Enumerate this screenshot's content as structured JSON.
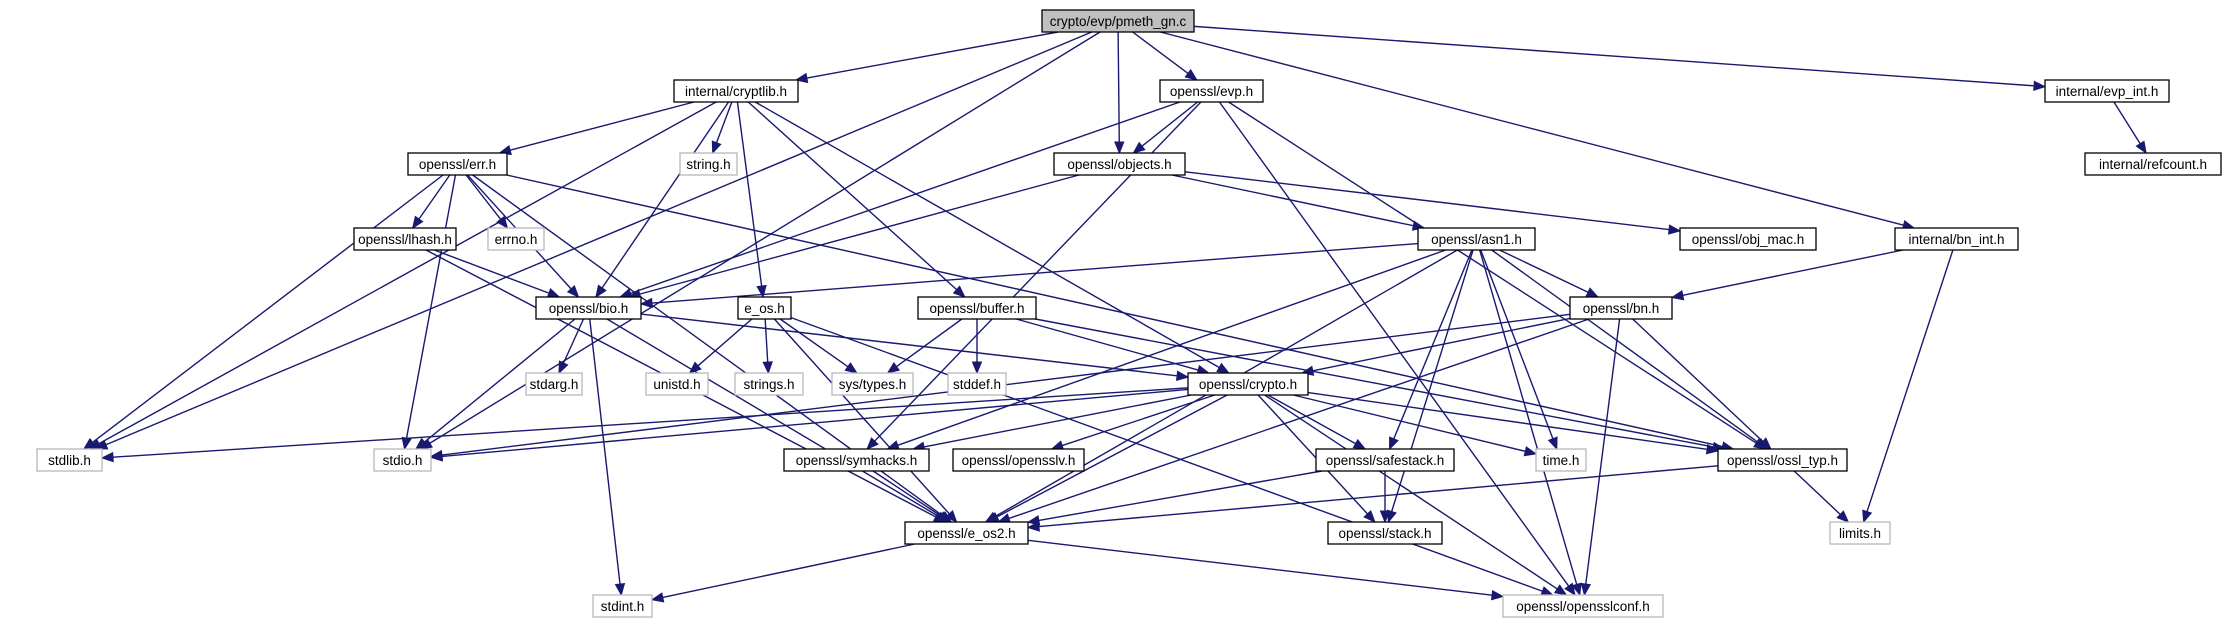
{
  "diagram": {
    "title": "crypto/evp/pmeth_gn.c",
    "colors": {
      "edge": "#191970",
      "root_fill": "#c0c0c0",
      "project_border": "#000000",
      "system_border": "#b8b8b8"
    },
    "nodes": [
      {
        "id": "pmeth_gn",
        "label": "crypto/evp/pmeth_gn.c",
        "kind": "root"
      },
      {
        "id": "cryptlib",
        "label": "internal/cryptlib.h",
        "kind": "project"
      },
      {
        "id": "evp",
        "label": "openssl/evp.h",
        "kind": "project"
      },
      {
        "id": "evp_int",
        "label": "internal/evp_int.h",
        "kind": "project"
      },
      {
        "id": "refcount",
        "label": "internal/refcount.h",
        "kind": "project"
      },
      {
        "id": "err",
        "label": "openssl/err.h",
        "kind": "project"
      },
      {
        "id": "string",
        "label": "string.h",
        "kind": "system"
      },
      {
        "id": "objects",
        "label": "openssl/objects.h",
        "kind": "project"
      },
      {
        "id": "obj_mac",
        "label": "openssl/obj_mac.h",
        "kind": "project"
      },
      {
        "id": "bn_int",
        "label": "internal/bn_int.h",
        "kind": "project"
      },
      {
        "id": "lhash",
        "label": "openssl/lhash.h",
        "kind": "project"
      },
      {
        "id": "errno",
        "label": "errno.h",
        "kind": "system"
      },
      {
        "id": "asn1",
        "label": "openssl/asn1.h",
        "kind": "project"
      },
      {
        "id": "bio",
        "label": "openssl/bio.h",
        "kind": "project"
      },
      {
        "id": "e_os",
        "label": "e_os.h",
        "kind": "project"
      },
      {
        "id": "buffer",
        "label": "openssl/buffer.h",
        "kind": "project"
      },
      {
        "id": "bn",
        "label": "openssl/bn.h",
        "kind": "project"
      },
      {
        "id": "stdarg",
        "label": "stdarg.h",
        "kind": "system"
      },
      {
        "id": "unistd",
        "label": "unistd.h",
        "kind": "system"
      },
      {
        "id": "strings",
        "label": "strings.h",
        "kind": "system"
      },
      {
        "id": "systypes",
        "label": "sys/types.h",
        "kind": "system"
      },
      {
        "id": "stddef",
        "label": "stddef.h",
        "kind": "system"
      },
      {
        "id": "crypto",
        "label": "openssl/crypto.h",
        "kind": "project"
      },
      {
        "id": "stdlib",
        "label": "stdlib.h",
        "kind": "system"
      },
      {
        "id": "stdio",
        "label": "stdio.h",
        "kind": "system"
      },
      {
        "id": "symhacks",
        "label": "openssl/symhacks.h",
        "kind": "project"
      },
      {
        "id": "opensslv",
        "label": "openssl/opensslv.h",
        "kind": "project"
      },
      {
        "id": "safestack",
        "label": "openssl/safestack.h",
        "kind": "project"
      },
      {
        "id": "time",
        "label": "time.h",
        "kind": "system"
      },
      {
        "id": "ossl_typ",
        "label": "openssl/ossl_typ.h",
        "kind": "project"
      },
      {
        "id": "e_os2",
        "label": "openssl/e_os2.h",
        "kind": "project"
      },
      {
        "id": "stack",
        "label": "openssl/stack.h",
        "kind": "project"
      },
      {
        "id": "limits",
        "label": "limits.h",
        "kind": "system"
      },
      {
        "id": "stdint",
        "label": "stdint.h",
        "kind": "system"
      },
      {
        "id": "opensslconf",
        "label": "openssl/opensslconf.h",
        "kind": "system"
      }
    ],
    "edges": [
      [
        "pmeth_gn",
        "stdlib"
      ],
      [
        "pmeth_gn",
        "stdio"
      ],
      [
        "pmeth_gn",
        "cryptlib"
      ],
      [
        "pmeth_gn",
        "objects"
      ],
      [
        "pmeth_gn",
        "evp"
      ],
      [
        "pmeth_gn",
        "bn_int"
      ],
      [
        "pmeth_gn",
        "evp_int"
      ],
      [
        "cryptlib",
        "stdlib"
      ],
      [
        "cryptlib",
        "string"
      ],
      [
        "cryptlib",
        "err"
      ],
      [
        "cryptlib",
        "bio"
      ],
      [
        "cryptlib",
        "e_os"
      ],
      [
        "cryptlib",
        "buffer"
      ],
      [
        "cryptlib",
        "crypto"
      ],
      [
        "evp",
        "objects"
      ],
      [
        "evp",
        "bio"
      ],
      [
        "evp",
        "symhacks"
      ],
      [
        "evp",
        "ossl_typ"
      ],
      [
        "evp",
        "opensslconf"
      ],
      [
        "evp_int",
        "refcount"
      ],
      [
        "err",
        "stdlib"
      ],
      [
        "err",
        "lhash"
      ],
      [
        "err",
        "errno"
      ],
      [
        "err",
        "bio"
      ],
      [
        "err",
        "stdio"
      ],
      [
        "err",
        "e_os2"
      ],
      [
        "err",
        "ossl_typ"
      ],
      [
        "objects",
        "bio"
      ],
      [
        "objects",
        "asn1"
      ],
      [
        "objects",
        "obj_mac"
      ],
      [
        "bn_int",
        "bn"
      ],
      [
        "bn_int",
        "limits"
      ],
      [
        "lhash",
        "bio"
      ],
      [
        "lhash",
        "e_os2"
      ],
      [
        "asn1",
        "bio"
      ],
      [
        "asn1",
        "time"
      ],
      [
        "asn1",
        "e_os2"
      ],
      [
        "asn1",
        "bn"
      ],
      [
        "asn1",
        "symhacks"
      ],
      [
        "asn1",
        "safestack"
      ],
      [
        "asn1",
        "ossl_typ"
      ],
      [
        "asn1",
        "stack"
      ],
      [
        "asn1",
        "opensslconf"
      ],
      [
        "bio",
        "stdarg"
      ],
      [
        "bio",
        "stdio"
      ],
      [
        "bio",
        "e_os2"
      ],
      [
        "bio",
        "crypto"
      ],
      [
        "bio",
        "stdint"
      ],
      [
        "e_os",
        "unistd"
      ],
      [
        "e_os",
        "strings"
      ],
      [
        "e_os",
        "systypes"
      ],
      [
        "e_os",
        "e_os2"
      ],
      [
        "e_os",
        "opensslconf"
      ],
      [
        "buffer",
        "systypes"
      ],
      [
        "buffer",
        "stddef"
      ],
      [
        "buffer",
        "crypto"
      ],
      [
        "buffer",
        "ossl_typ"
      ],
      [
        "bn",
        "crypto"
      ],
      [
        "bn",
        "stdio"
      ],
      [
        "bn",
        "e_os2"
      ],
      [
        "bn",
        "ossl_typ"
      ],
      [
        "bn",
        "opensslconf"
      ],
      [
        "crypto",
        "stdlib"
      ],
      [
        "crypto",
        "stdio"
      ],
      [
        "crypto",
        "symhacks"
      ],
      [
        "crypto",
        "opensslv"
      ],
      [
        "crypto",
        "safestack"
      ],
      [
        "crypto",
        "time"
      ],
      [
        "crypto",
        "ossl_typ"
      ],
      [
        "crypto",
        "e_os2"
      ],
      [
        "crypto",
        "stack"
      ],
      [
        "crypto",
        "opensslconf"
      ],
      [
        "symhacks",
        "e_os2"
      ],
      [
        "safestack",
        "stack"
      ],
      [
        "safestack",
        "e_os2"
      ],
      [
        "ossl_typ",
        "limits"
      ],
      [
        "ossl_typ",
        "e_os2"
      ],
      [
        "e_os2",
        "stdint"
      ],
      [
        "e_os2",
        "opensslconf"
      ]
    ]
  }
}
